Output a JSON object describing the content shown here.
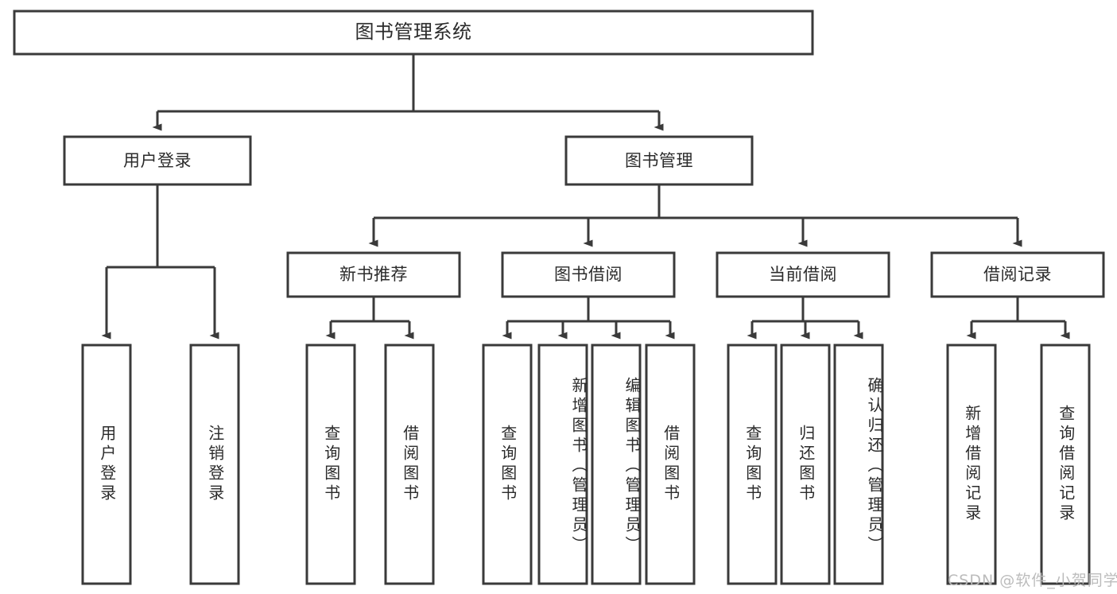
{
  "diagram": {
    "type": "tree-hierarchy",
    "title": "图书管理系统",
    "watermark": "CSDN @软件_小贺同学",
    "colors": {
      "stroke": "#3a3a3a",
      "fill": "#ffffff",
      "text": "#2b2b2b",
      "watermark": "#b9b9b9"
    },
    "levels": {
      "root": "图书管理系统",
      "level2": [
        "用户登录",
        "图书管理"
      ],
      "level3": [
        "新书推荐",
        "图书借阅",
        "当前借阅",
        "借阅记录"
      ]
    },
    "nodes": {
      "root": {
        "label": "图书管理系统"
      },
      "user_login": {
        "label": "用户登录"
      },
      "book_manage": {
        "label": "图书管理"
      },
      "new_book_rec": {
        "label": "新书推荐"
      },
      "book_borrow": {
        "label": "图书借阅"
      },
      "current_borrow": {
        "label": "当前借阅"
      },
      "borrow_record": {
        "label": "借阅记录"
      },
      "leaf_user_login": {
        "label": "用户登录"
      },
      "leaf_logout": {
        "label": "注销登录"
      },
      "leaf_query_book_a": {
        "label": "查询图书"
      },
      "leaf_borrow_book_a": {
        "label": "借阅图书"
      },
      "leaf_query_book_b": {
        "label": "查询图书"
      },
      "leaf_add_book": {
        "label": "新增图书（管理员）"
      },
      "leaf_edit_book": {
        "label": "编辑图书（管理员）"
      },
      "leaf_borrow_book_b": {
        "label": "借阅图书"
      },
      "leaf_query_book_c": {
        "label": "查询图书"
      },
      "leaf_return_book": {
        "label": "归还图书"
      },
      "leaf_confirm_return": {
        "label": "确认归还（管理员）"
      },
      "leaf_add_record": {
        "label": "新增借阅记录"
      },
      "leaf_query_record": {
        "label": "查询借阅记录"
      }
    },
    "edges": [
      {
        "from": "root",
        "to": "user_login"
      },
      {
        "from": "root",
        "to": "book_manage"
      },
      {
        "from": "user_login",
        "to": "leaf_user_login"
      },
      {
        "from": "user_login",
        "to": "leaf_logout"
      },
      {
        "from": "book_manage",
        "to": "new_book_rec"
      },
      {
        "from": "book_manage",
        "to": "book_borrow"
      },
      {
        "from": "book_manage",
        "to": "current_borrow"
      },
      {
        "from": "book_manage",
        "to": "borrow_record"
      },
      {
        "from": "new_book_rec",
        "to": "leaf_query_book_a"
      },
      {
        "from": "new_book_rec",
        "to": "leaf_borrow_book_a"
      },
      {
        "from": "book_borrow",
        "to": "leaf_query_book_b"
      },
      {
        "from": "book_borrow",
        "to": "leaf_add_book"
      },
      {
        "from": "book_borrow",
        "to": "leaf_edit_book"
      },
      {
        "from": "book_borrow",
        "to": "leaf_borrow_book_b"
      },
      {
        "from": "current_borrow",
        "to": "leaf_query_book_c"
      },
      {
        "from": "current_borrow",
        "to": "leaf_return_book"
      },
      {
        "from": "current_borrow",
        "to": "leaf_confirm_return"
      },
      {
        "from": "borrow_record",
        "to": "leaf_add_record"
      },
      {
        "from": "borrow_record",
        "to": "leaf_query_record"
      }
    ]
  }
}
